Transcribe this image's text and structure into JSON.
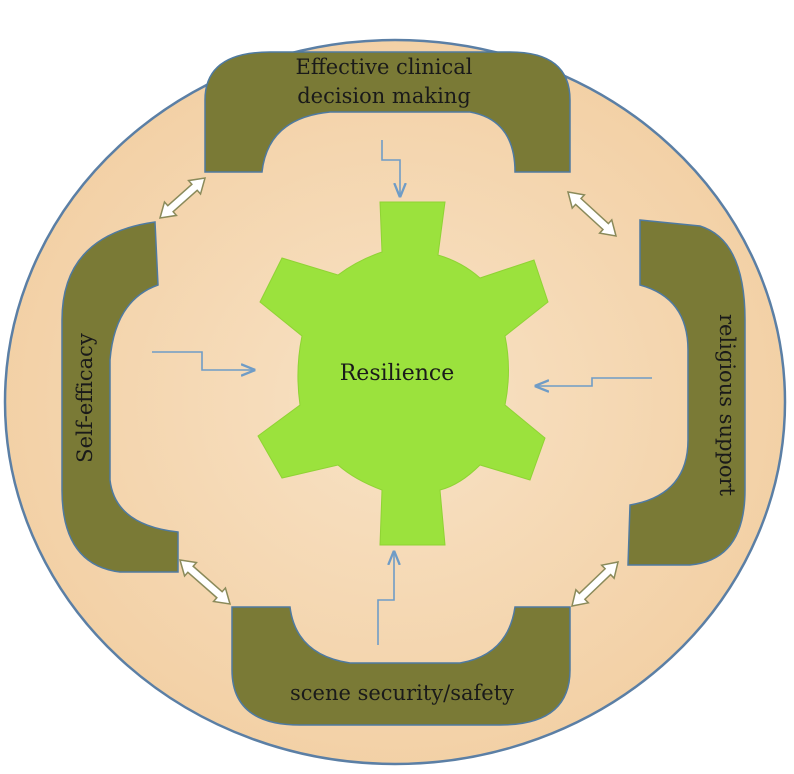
{
  "center": {
    "label": "Resilience"
  },
  "factors": {
    "top": {
      "line1": "Effective clinical",
      "line2": "decision making"
    },
    "left": {
      "label": "Self-efficacy"
    },
    "right": {
      "label": "religious support"
    },
    "bottom": {
      "label": "scene security/safety"
    }
  },
  "colors": {
    "outer_circle_fill": "#f4d2a8",
    "outer_circle_stroke": "#5b7fa5",
    "band_fill": "#7a7a36",
    "band_stroke": "#4f7aa0",
    "gear_fill": "#9be23d",
    "arrow_stroke": "#6f9cc6",
    "double_arrow_fill": "#ffffff",
    "double_arrow_stroke": "#8a8a5a"
  }
}
